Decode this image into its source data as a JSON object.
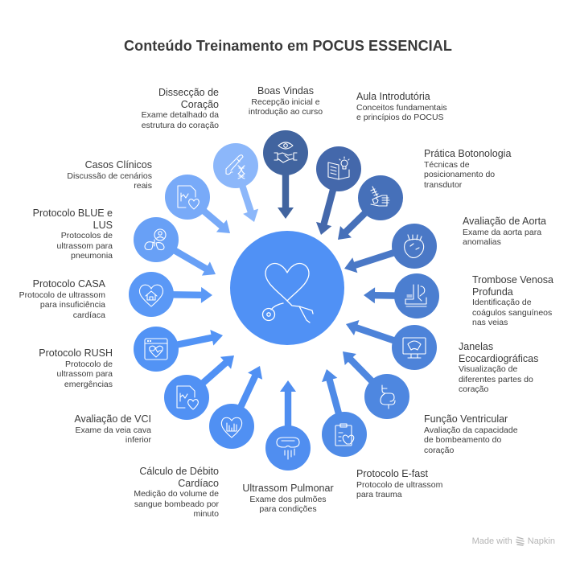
{
  "title": "Conteúdo Treinamento em POCUS ESSENCIAL",
  "center": {
    "icon": "heart-stethoscope-icon",
    "color": "#5091f5"
  },
  "items": [
    {
      "id": "boas-vindas",
      "title": "Boas Vindas",
      "desc": "Recepção inicial e introdução ao curso",
      "icon": "eye-handshake-icon",
      "color": "#41649f"
    },
    {
      "id": "aula-introdutoria",
      "title": "Aula Introdutória",
      "desc": "Conceitos fundamentais e princípios do POCUS",
      "icon": "book-lightbulb-icon",
      "color": "#4468ab"
    },
    {
      "id": "pratica-botonologia",
      "title": "Prática Botonologia",
      "desc": "Técnicas de posicionamento do transdutor",
      "icon": "hand-syringe-icon",
      "color": "#4670b9"
    },
    {
      "id": "avaliacao-aorta",
      "title": "Avaliação de Aorta",
      "desc": "Exame da aorta para anomalias",
      "icon": "anatomical-heart-icon",
      "color": "#4a78c6"
    },
    {
      "id": "trombose-venosa",
      "title": "Trombose Venosa Profunda",
      "desc": "Identificação de coágulos sanguíneos nas veias",
      "icon": "leg-icon",
      "color": "#4b7ed0"
    },
    {
      "id": "janelas-eco",
      "title": "Janelas Ecocardiográficas",
      "desc": "Visualização de diferentes partes do coração",
      "icon": "monitor-ultrasound-icon",
      "color": "#4d83d9"
    },
    {
      "id": "funcao-ventricular",
      "title": "Função Ventricular",
      "desc": "Avaliação da capacidade de bombeamento do coração",
      "icon": "stomach-organ-icon",
      "color": "#4e87e0"
    },
    {
      "id": "protocolo-efast",
      "title": "Protocolo E-fast",
      "desc": "Protocolo de ultrassom para trauma",
      "icon": "clipboard-heart-icon",
      "color": "#4f8be7"
    },
    {
      "id": "ultrassom-pulmonar",
      "title": "Ultrassom Pulmonar",
      "desc": "Exame dos pulmões para condições",
      "icon": "goggles-rain-icon",
      "color": "#508ef0"
    },
    {
      "id": "debito-cardiaco",
      "title": "Cálculo de Débito Cardíaco",
      "desc": "Medição do volume de sangue bombeado por minuto",
      "icon": "heart-chart-icon",
      "color": "#5090f3"
    },
    {
      "id": "avaliacao-vci",
      "title": "Avaliação de VCI",
      "desc": "Exame da veia cava inferior",
      "icon": "document-chart-heart-icon",
      "color": "#5191f4"
    },
    {
      "id": "protocolo-rush",
      "title": "Protocolo RUSH",
      "desc": "Protocolo de ultrassom para emergências",
      "icon": "browser-heartbeat-icon",
      "color": "#5293f5"
    },
    {
      "id": "protocolo-casa",
      "title": "Protocolo CASA",
      "desc": "Protocolo de ultrassom para insuficiência cardíaca",
      "icon": "heart-home-icon",
      "color": "#5a98f6"
    },
    {
      "id": "protocolo-blue",
      "title": "Protocolo BLUE e LUS",
      "desc": "Protocolos de ultrassom para pneumonia",
      "icon": "lungs-person-icon",
      "color": "#68a0f6"
    },
    {
      "id": "casos-clinicos",
      "title": "Casos Clínicos",
      "desc": "Discussão de cenários reais",
      "icon": "document-chart-heart-icon",
      "color": "#78aaf8"
    },
    {
      "id": "disseccao-coracao",
      "title": "Dissecção de Coração",
      "desc": "Exame detalhado da estrutura do coração",
      "icon": "scalpel-dna-icon",
      "color": "#8cb7fa"
    }
  ],
  "footer": {
    "made_with": "Made with",
    "brand": "Napkin",
    "icon": "napkin-logo-icon"
  }
}
